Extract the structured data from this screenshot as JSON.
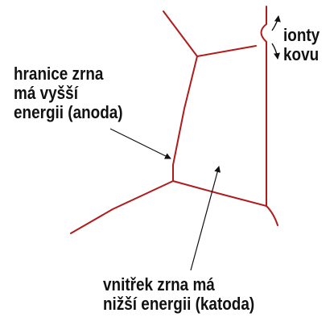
{
  "labels": {
    "metal_ions": [
      "ionty",
      "kovu"
    ],
    "grain_boundary": [
      "hranice zrna",
      "má vyšší",
      "energii (anoda)"
    ],
    "grain_interior": [
      "vnitřek zrna má",
      "nižší energii (katoda)"
    ]
  },
  "colors": {
    "grain_boundary_line": "#b01c1c",
    "pointer_line": "#111111",
    "text": "#111111",
    "background": "#ffffff"
  }
}
